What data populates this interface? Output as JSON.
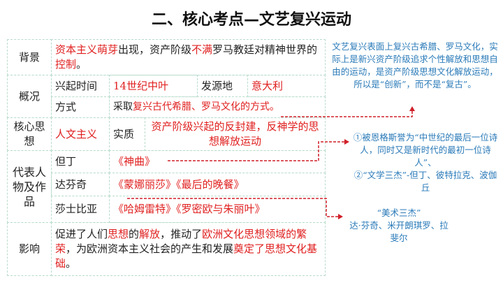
{
  "title": "二、核心考点—文艺复兴运动",
  "table": {
    "background": {
      "label": "背景",
      "parts": [
        {
          "t": "资本主义萌芽",
          "red": true
        },
        {
          "t": "出现，资产阶级",
          "red": false
        },
        {
          "t": "不满",
          "red": true
        },
        {
          "t": "罗马教廷对精神世界的",
          "red": false
        },
        {
          "t": "控制",
          "red": true
        },
        {
          "t": "。",
          "red": false
        }
      ]
    },
    "overview": {
      "label": "概况",
      "time_label": "兴起时间",
      "time_value": "14世纪中叶",
      "origin_label": "发源地",
      "origin_value": "意大利",
      "method_label": "方式",
      "method_prefix": "采取",
      "method_value": "复兴古代希腊、罗马文化的方式。"
    },
    "core": {
      "label": "核心思想",
      "value": "人文主义",
      "essence_label": "实质",
      "essence_value": "资产阶级兴起的反封建，反神学的思想解放运动"
    },
    "figures": {
      "label": "代表人物及作品",
      "rows": [
        {
          "name": "但丁",
          "works": "《神曲》"
        },
        {
          "name": "达芬奇",
          "works": "《蒙娜丽莎》《最后的晚餐》"
        },
        {
          "name": "莎士比亚",
          "works": "《哈姆雷特》《罗密欧与朱丽叶》"
        }
      ]
    },
    "impact": {
      "label": "影响",
      "parts": [
        {
          "t": "促进了人们",
          "red": false
        },
        {
          "t": "思想",
          "red": true
        },
        {
          "t": "的",
          "red": false
        },
        {
          "t": "解放",
          "red": true
        },
        {
          "t": "，推动了",
          "red": false
        },
        {
          "t": "欧洲文化思想领域的繁荣",
          "red": true
        },
        {
          "t": "，为欧洲资本主义社会的产生和发展",
          "red": false
        },
        {
          "t": "奠定了思想文化基础",
          "red": true
        },
        {
          "t": "。",
          "red": false
        }
      ]
    }
  },
  "notes": {
    "renaissance": "文艺复兴表面上复兴古希腊、罗马文化，实际上是新兴资产阶级追求个性解放和思想自由的运动，是资产阶级思想文化解放运动，所以是“创新”，而不是“复古”。",
    "dante_1": "①被恩格斯誉为“中世纪的最后一位诗人，同时又是新时代的最初一位诗人”、",
    "dante_2": "②“文学三杰”-但丁、彼特拉克、波伽丘",
    "art_1": "“美术三杰”",
    "art_2": "达·芬奇、米开朗琪罗、拉斐尔"
  },
  "colors": {
    "red": "#e02020",
    "blue": "#2a7ab8",
    "border": "#b8dccb"
  }
}
